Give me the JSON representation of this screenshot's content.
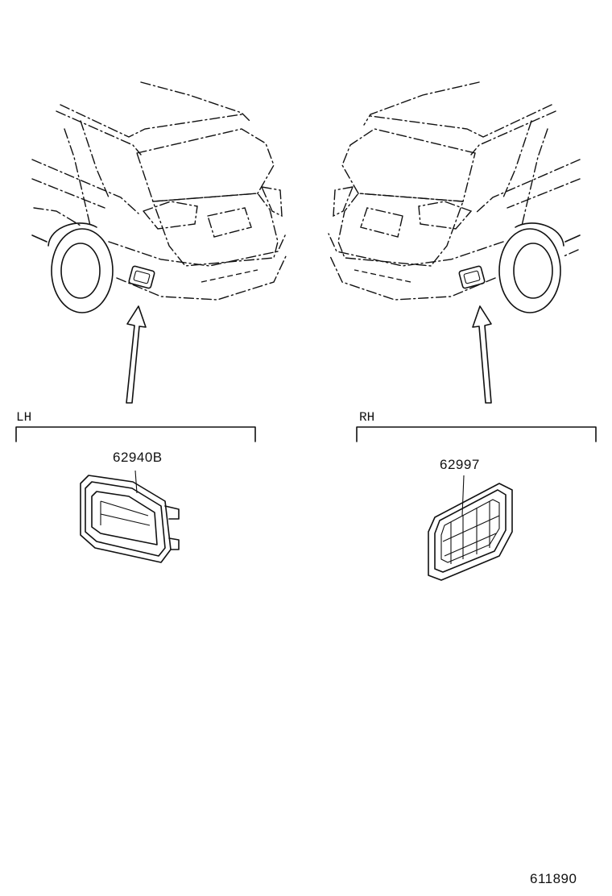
{
  "left_group": {
    "label": "LH",
    "part_number": "62940B"
  },
  "right_group": {
    "label": "RH",
    "part_number": "62997"
  },
  "illustration_number": "611890"
}
